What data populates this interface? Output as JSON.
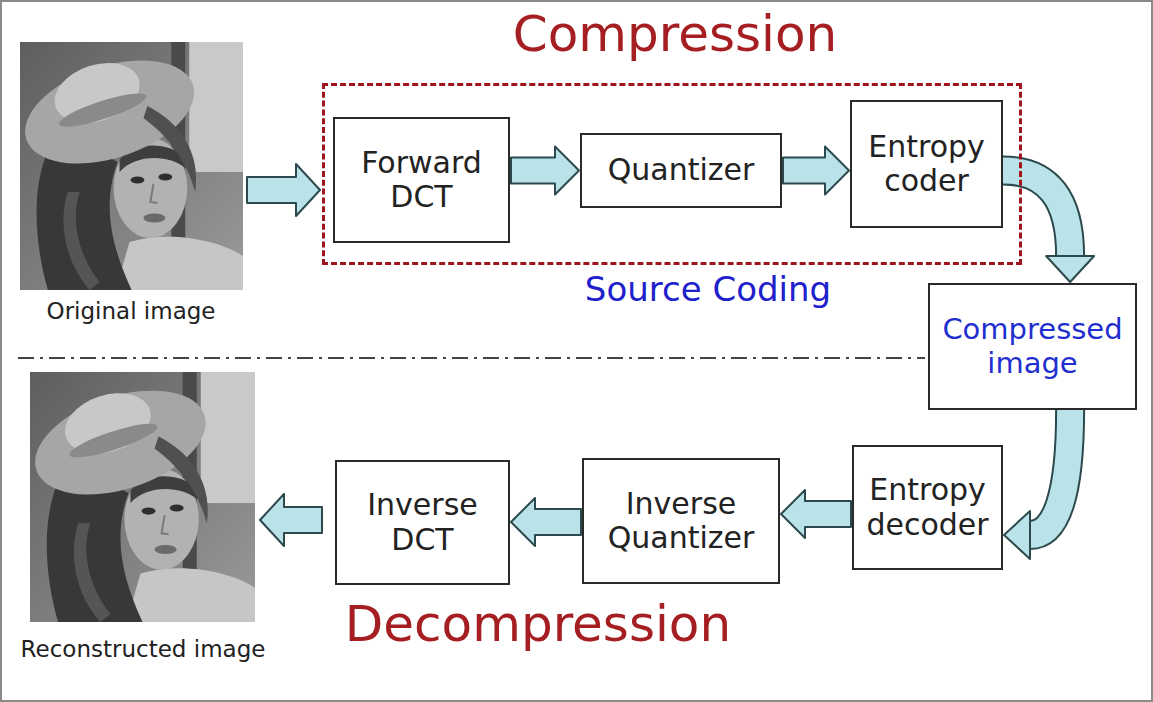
{
  "diagram": {
    "nodes": [
      {
        "text": [
          "Source Coding"
        ]
      },
      {
        "text": [
          "Forward DCT"
        ],
        "in": 0
      },
      {
        "text": [
          "Quantizer"
        ],
        "in": 0
      },
      {
        "text": [
          "Entropy coder"
        ],
        "in": 0
      },
      {
        "text": [
          "Compressed image"
        ]
      },
      {
        "text": [
          "Entropy decoder"
        ]
      },
      {
        "text": [
          "Inverse Quantizer"
        ]
      },
      {
        "text": [
          "Inverse DCT"
        ]
      }
    ],
    "edges": [
      {
        "from": 1,
        "to": 2,
        "arrow": "to"
      },
      {
        "from": 2,
        "to": 3,
        "arrow": "to"
      },
      {
        "from": 3,
        "to": 4,
        "arrow": "to"
      },
      {
        "from": 4,
        "to": 5,
        "arrow": "to"
      },
      {
        "from": 5,
        "to": 6,
        "arrow": "to"
      },
      {
        "from": 6,
        "to": 7,
        "arrow": "to"
      }
    ],
    "labels": [
      "Compression",
      "Original image",
      "Reconstructed image",
      "Decompression"
    ]
  }
}
